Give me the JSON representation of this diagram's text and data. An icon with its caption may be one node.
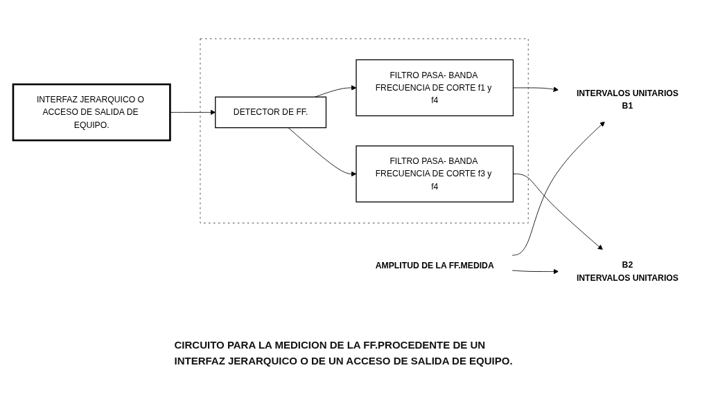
{
  "diagram": {
    "caption": "CIRCUITO PARA LA MEDICION DE LA FF.PROCEDENTE DE UN INTERFAZ JERARQUICO O DE UN ACCESO DE SALIDA DE EQUIPO.",
    "nodes": [
      {
        "text": [
          "INTERFAZ JERARQUICO O ACCESO DE SALIDA DE EQUIPO."
        ]
      },
      {
        "text": [],
        "shape": "box"
      },
      {
        "text": [
          "DETECTOR DE FF."
        ],
        "in": 1
      },
      {
        "text": [
          "FILTRO PASA- BANDA FRECUENCIA DE CORTE f1 y f4"
        ],
        "in": 1
      },
      {
        "text": [
          "FILTRO PASA- BANDA FRECUENCIA DE CORTE f3 y f4"
        ],
        "in": 1
      },
      {
        "text": [
          "INTERVALOS UNITARIOS",
          "B1"
        ]
      },
      {
        "text": [
          "B2",
          "INTERVALOS UNITARIOS"
        ]
      },
      {
        "text": [
          "AMPLITUD DE LA FF.MEDIDA"
        ]
      }
    ],
    "edges": [
      {
        "from": 0,
        "to": 2,
        "arrow": "to"
      },
      {
        "from": 2,
        "to": 3,
        "arrow": "to"
      },
      {
        "from": 2,
        "to": 4,
        "arrow": "to"
      },
      {
        "from": 3,
        "to": 5,
        "arrow": "to"
      },
      {
        "from": 4,
        "to": 6,
        "arrow": "to"
      },
      {
        "from": 7,
        "to": 5,
        "arrow": "to"
      },
      {
        "from": 7,
        "to": 6,
        "arrow": "to"
      }
    ]
  }
}
